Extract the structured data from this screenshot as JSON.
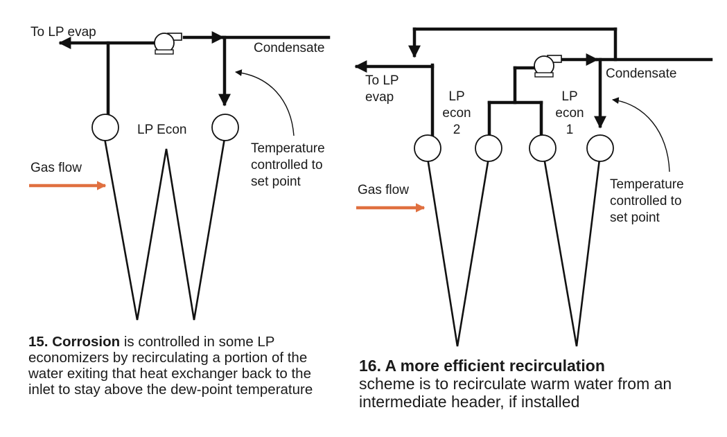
{
  "figure_15": {
    "labels": {
      "to_lp_evap": "To LP evap",
      "condensate": "Condensate",
      "lp_econ": "LP Econ",
      "gas_flow": "Gas flow",
      "temp_line1": "Temperature",
      "temp_line2": "controlled to",
      "temp_line3": "set point"
    },
    "caption": {
      "number": "15.",
      "bold": "Corrosion",
      "rest": " is controlled in some LP economizers by recirculating a portion of the water exiting that heat exchanger back to the inlet to stay above the dew-point temperature"
    }
  },
  "figure_16": {
    "labels": {
      "to_lp_line1": "To LP",
      "to_lp_line2": "evap",
      "condensate": "Condensate",
      "lp_econ2_line1": "LP",
      "lp_econ2_line2": "econ",
      "lp_econ2_line3": "2",
      "lp_econ1_line1": "LP",
      "lp_econ1_line2": "econ",
      "lp_econ1_line3": "1",
      "gas_flow": "Gas flow",
      "temp_line1": "Temperature",
      "temp_line2": "controlled to",
      "temp_line3": "set point"
    },
    "caption": {
      "bold": "16. A more efficient recirculation",
      "rest": "scheme is to recirculate warm water from an intermediate header, if installed"
    }
  },
  "colors": {
    "pipe": "#111111",
    "gas_flow_arrow": "#e07040",
    "text": "#1a1a1a"
  },
  "icons": [
    "pump-icon",
    "arrow-icon",
    "gas-flow-arrow-icon",
    "header-circle-icon"
  ]
}
